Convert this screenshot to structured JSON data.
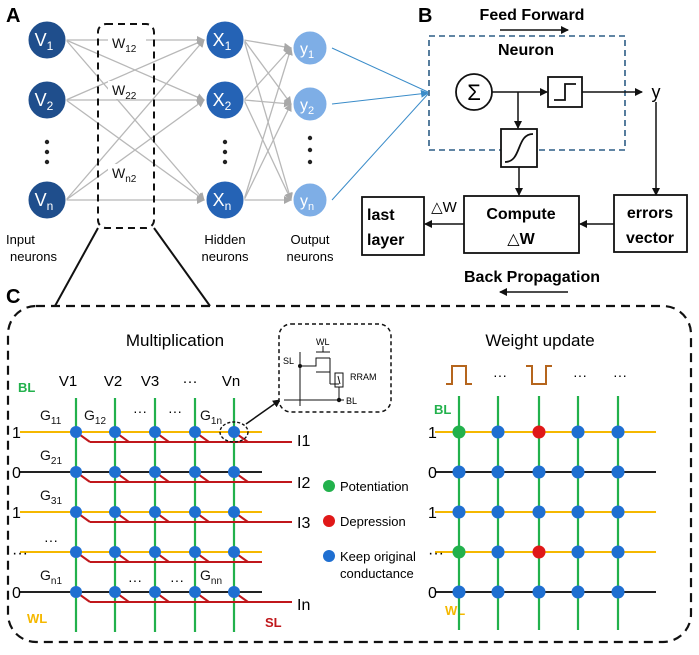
{
  "panel_labels": {
    "a": "A",
    "b": "B",
    "c": "C"
  },
  "panel_a": {
    "input_nodes": [
      {
        "main": "V",
        "sub": "1"
      },
      {
        "main": "V",
        "sub": "2"
      },
      {
        "main": "V",
        "sub": "n"
      }
    ],
    "hidden_nodes": [
      {
        "main": "X",
        "sub": "1"
      },
      {
        "main": "X",
        "sub": "2"
      },
      {
        "main": "X",
        "sub": "n"
      }
    ],
    "output_nodes": [
      {
        "main": "y",
        "sub": "1"
      },
      {
        "main": "y",
        "sub": "2"
      },
      {
        "main": "y",
        "sub": "n"
      }
    ],
    "weights": [
      {
        "main": "W",
        "sub": "12"
      },
      {
        "main": "W",
        "sub": "22"
      },
      {
        "main": "W",
        "sub": "n2"
      }
    ],
    "labels": {
      "input_1": "Input",
      "input_2": "neurons",
      "hidden_1": "Hidden",
      "hidden_2": "neurons",
      "output_1": "Output",
      "output_2": "neurons"
    },
    "colors": {
      "input": "#1f4e8c",
      "hidden": "#2563b5",
      "output": "#7eaee6",
      "edge": "#b8b8b8"
    }
  },
  "panel_b": {
    "feed_forward": "Feed Forward",
    "neuron": "Neuron",
    "sum_symbol": "Σ",
    "y": "y",
    "delta_w": "△W",
    "compute_1": "Compute",
    "compute_2": "△W",
    "last_1": "last",
    "last_2": "layer",
    "errors_1": "errors",
    "errors_2": "vector",
    "back_propagation": "Back Propagation"
  },
  "panel_c": {
    "multiplication": {
      "title": "Multiplication",
      "columns": [
        "V1",
        "V2",
        "V3",
        "···",
        "Vn"
      ],
      "bl_label": "BL",
      "wl_label": "WL",
      "sl_label": "SL",
      "row_inputs": [
        "1",
        "0",
        "1",
        "···",
        "0"
      ],
      "outputs": [
        "I1",
        "I2",
        "I3",
        "In"
      ],
      "g_labels": [
        {
          "main": "G",
          "sub": "11"
        },
        {
          "main": "G",
          "sub": "12"
        },
        {
          "main": "G",
          "sub": "1n"
        },
        {
          "main": "G",
          "sub": "21"
        },
        {
          "main": "G",
          "sub": "31"
        },
        {
          "main": "G",
          "sub": "n1"
        },
        {
          "main": "G",
          "sub": "nn"
        }
      ],
      "ellipsis": "···"
    },
    "cell_inset": {
      "wl": "WL",
      "sl": "SL",
      "rram": "RRAM",
      "bl": "BL"
    },
    "legend": [
      {
        "label": "Potentiation",
        "color": "#22b14c"
      },
      {
        "label": "Depression",
        "color": "#e01818"
      },
      {
        "label": "Keep original",
        "label2": "conductance",
        "color": "#1f6fd1"
      }
    ],
    "weight_update": {
      "title": "Weight update",
      "bl_label": "BL",
      "wl_label": "WL",
      "row_inputs": [
        "1",
        "0",
        "1",
        "···",
        "0"
      ],
      "pulse_ellipsis": "···",
      "cell_states": [
        [
          "P",
          "K",
          "D",
          "K",
          "K"
        ],
        [
          "K",
          "K",
          "K",
          "K",
          "K"
        ],
        [
          "K",
          "K",
          "K",
          "K",
          "K"
        ],
        [
          "P",
          "K",
          "D",
          "K",
          "K"
        ],
        [
          "K",
          "K",
          "K",
          "K",
          "K"
        ]
      ]
    },
    "colors": {
      "bl": "#22b14c",
      "wl_on": "#f5b800",
      "wl_off": "#222222",
      "sl": "#c0171b",
      "node": "#1f6fd1",
      "pulse": "#b5651d"
    }
  }
}
